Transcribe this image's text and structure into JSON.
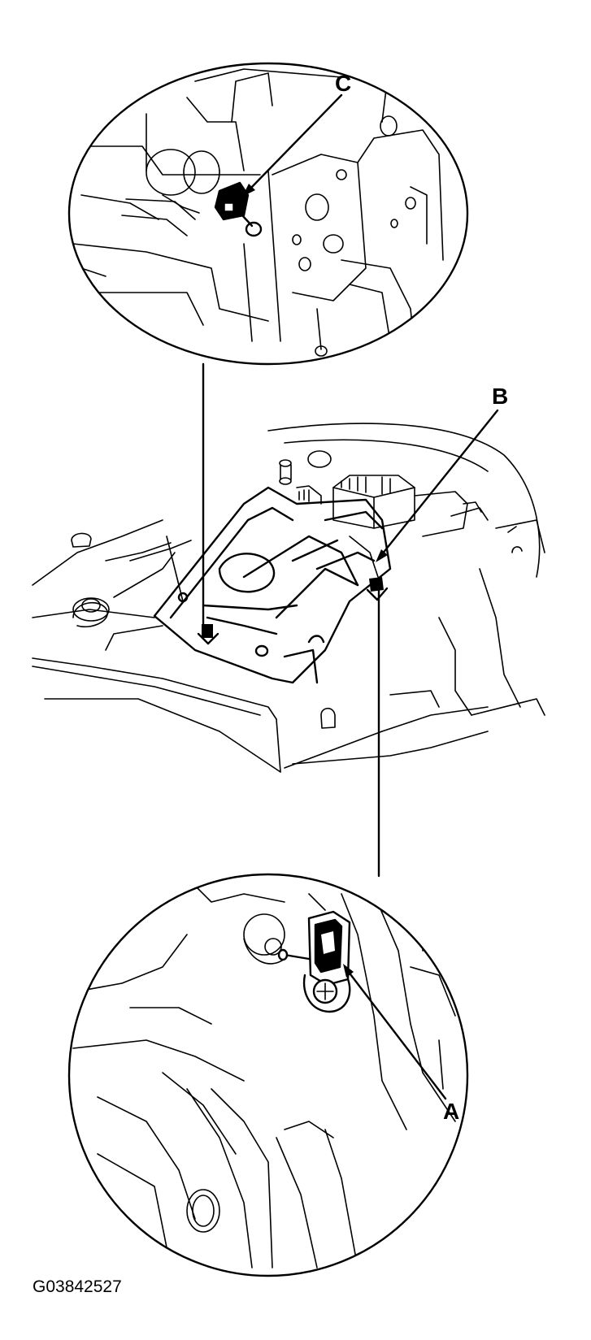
{
  "callouts": {
    "a": "A",
    "b": "B",
    "c": "C"
  },
  "figure_id": "G03842527",
  "colors": {
    "ink": "#000000",
    "background": "#ffffff"
  }
}
